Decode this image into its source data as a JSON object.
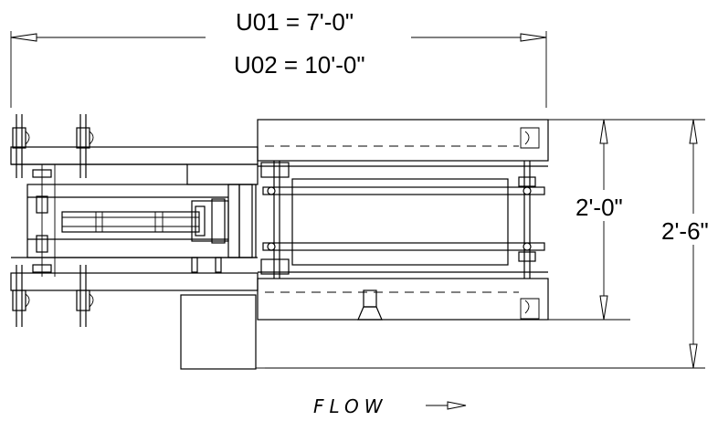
{
  "dimensions": {
    "u01_length": "U01 = 7'-0\"",
    "u02_length": "U02 = 10'-0\"",
    "inner_width": "2'-0\"",
    "outer_width": "2'-6\""
  },
  "flow_label": "FLOW",
  "flow_arrow": "→"
}
